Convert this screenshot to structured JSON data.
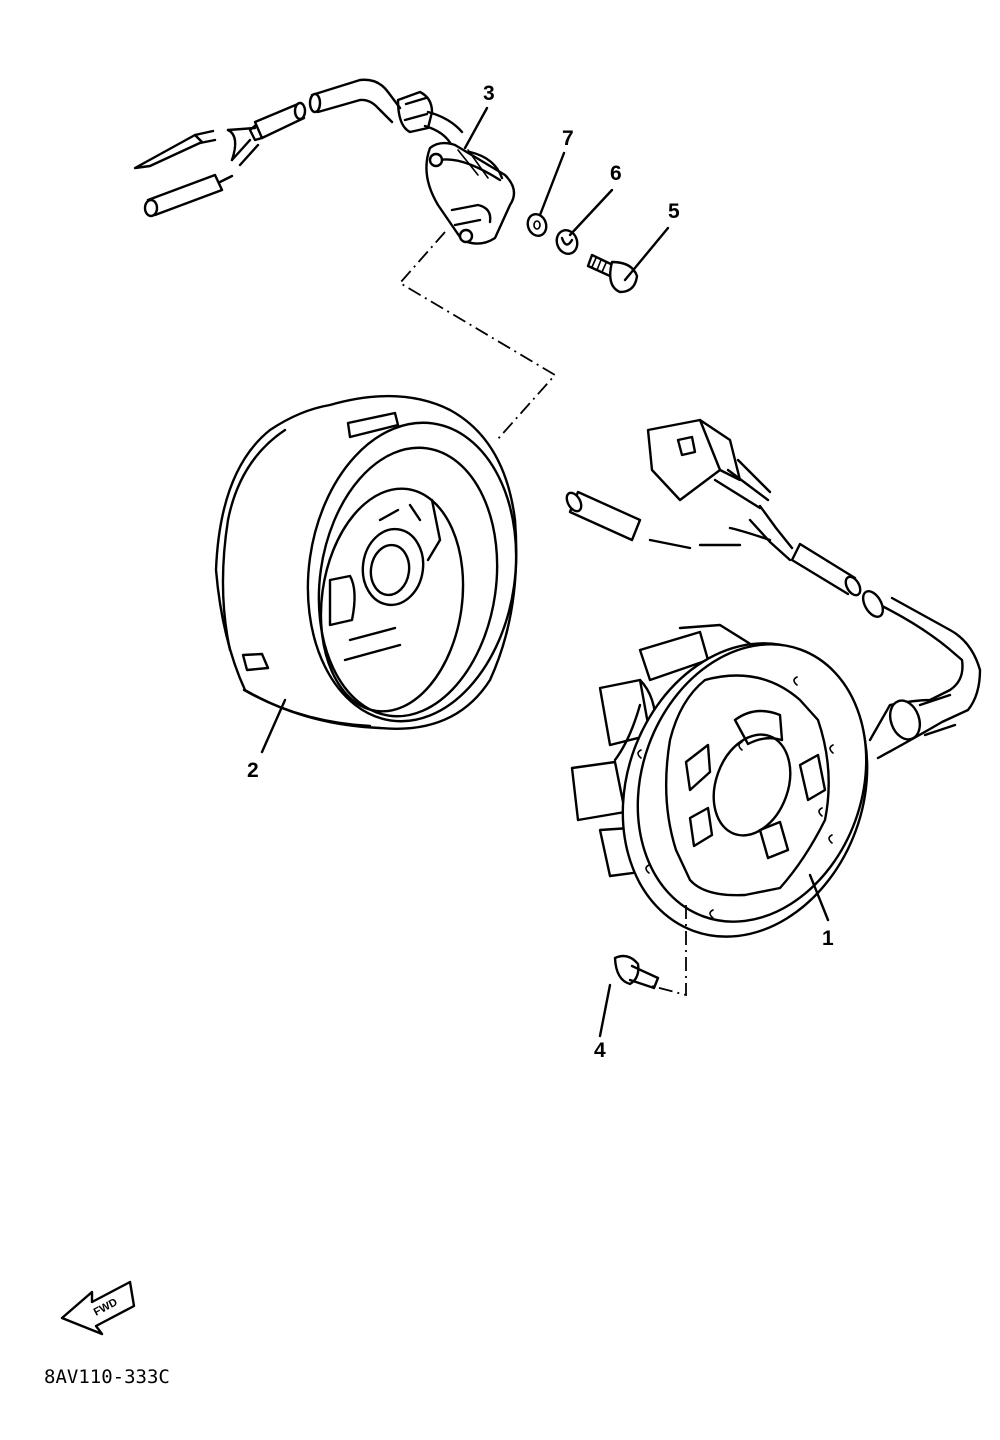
{
  "callouts": [
    {
      "id": "1",
      "label": "1"
    },
    {
      "id": "2",
      "label": "2"
    },
    {
      "id": "3",
      "label": "3"
    },
    {
      "id": "4",
      "label": "4"
    },
    {
      "id": "5",
      "label": "5"
    },
    {
      "id": "6",
      "label": "6"
    },
    {
      "id": "7",
      "label": "7"
    }
  ],
  "fwd_label": "FWD",
  "diagram_code": "8AV110-333C"
}
